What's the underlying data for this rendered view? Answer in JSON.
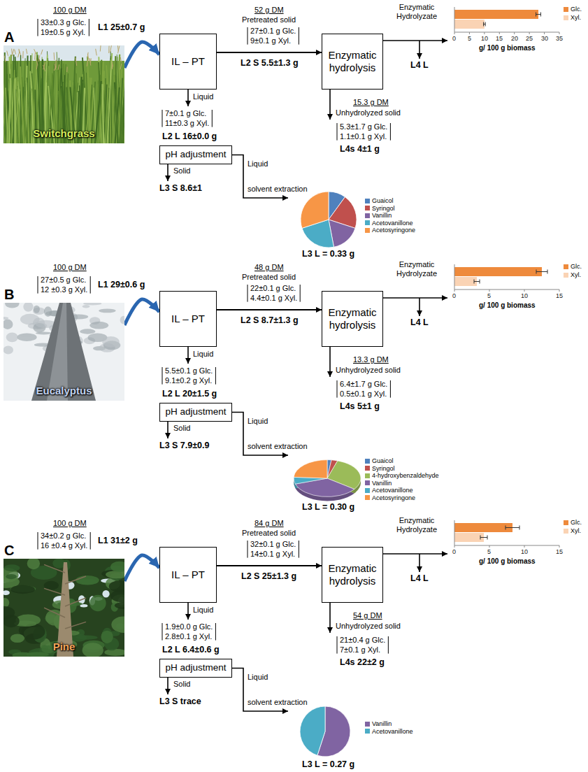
{
  "diagram": {
    "nodes": [
      {
        "text": [
          "Switchgrass"
        ]
      },
      {
        "text": [
          "IL – PT"
        ]
      },
      {
        "text": [
          "Enzymatic hydrolysis"
        ]
      },
      {
        "text": [
          "pH adjustment"
        ]
      },
      {
        "text": [
          "Eucalyptus"
        ]
      },
      {
        "text": [
          "IL – PT"
        ]
      },
      {
        "text": [
          "Enzymatic hydrolysis"
        ]
      },
      {
        "text": [
          "pH adjustment"
        ]
      },
      {
        "text": [
          "Pine"
        ]
      },
      {
        "text": [
          "IL – PT"
        ]
      },
      {
        "text": [
          "Enzymatic hydrolysis"
        ]
      },
      {
        "text": [
          "pH adjustment"
        ]
      }
    ],
    "edges": [
      {
        "from": 0,
        "to": 1,
        "arrow": "to"
      },
      {
        "from": 1,
        "to": 2,
        "arrow": "to"
      },
      {
        "from": 4,
        "to": 5,
        "arrow": "to"
      },
      {
        "from": 5,
        "to": 6,
        "arrow": "to"
      },
      {
        "from": 8,
        "to": 9,
        "arrow": "to"
      },
      {
        "from": 9,
        "to": 10,
        "arrow": "to"
      }
    ],
    "labels": [
      "A",
      "100 g DM",
      "33±0.3 g Glc.",
      "19±0.5 g Xyl.",
      "L1 25±0.7 g",
      "52 g DM",
      "Pretreated solid",
      "27±0.1 g Glc.",
      "9±0.1 g Xyl.",
      "L2 S 5.5±1.3 g",
      "Enzymatic Hydrolyzate",
      "L4 L",
      "Liquid",
      "7±0.1 g Glc.",
      "11±0.3 g Xyl.",
      "L2 L 16±0.0 g",
      "15.3 g DM",
      "Unhydrolyzed solid",
      "5.3±1.7 g Glc.",
      "1.1±0.1 g Xyl.",
      "L4s 4±1 g",
      "Solid",
      "L3 S 8.6±1",
      "Liquid",
      "solvent extraction",
      "L3 L = 0.33 g",
      "g/ 100 g biomass",
      "0",
      "5",
      "10",
      "15",
      "20",
      "25",
      "30",
      "35",
      "B",
      "100 g DM",
      "27±0.5 g Glc.",
      "12 ±0.3 g Xyl.",
      "L1 29±0.6 g",
      "48 g DM",
      "Pretreated solid",
      "22±0.1 g Glc.",
      "4.4±0.1 g Xyl.",
      "L2 S 8.7±1.3 g",
      "Enzymatic Hydrolyzate",
      "L4 L",
      "Liquid",
      "5.5±0.1 g Glc.",
      "9.1±0.2 g Xyl.",
      "L2 L 20±1.5 g",
      "13.3 g DM",
      "Unhydrolyzed solid",
      "6.4±1.7 g Glc.",
      "0.5±0.1 g Xyl.",
      "L4s 5±1 g",
      "Solid",
      "L3 S 7.9±0.9",
      "Liquid",
      "solvent extraction",
      "L3 L = 0.30 g",
      "g/ 100 g biomass",
      "0",
      "5",
      "10",
      "15",
      "C",
      "100 g DM",
      "34±0.2 g Glc.",
      "16 ±0.4 g Xyl.",
      "L1 31±2 g",
      "84 g DM",
      "Pretreated solid",
      "32±0.1 g Glc.",
      "14±0.1 g Xyl.",
      "L2 S 25±1.3 g",
      "Enzymatic Hydrolyzate",
      "L4 L",
      "Liquid",
      "1.9±0.0 g Glc.",
      "2.8±0.1 g Xyl.",
      "L2 L 6.4±0.6 g",
      "54 g DM",
      "Unhydrolyzed solid",
      "21±0.4 g Glc.",
      "7±0.1 g Xyl.",
      "L4s 22±2 g",
      "Solid",
      "L3 S trace",
      "Liquid",
      "solvent extraction",
      "L3 L = 0.27 g",
      "g/ 100 g biomass",
      "0",
      "5",
      "10",
      "15"
    ],
    "legend": [
      {
        "text": "Glc.",
        "color": "#EE8A3C"
      },
      {
        "text": "Xyl.",
        "color": "#FAD3B4"
      },
      {
        "text": "Guaicol",
        "color": "#4F81BD"
      },
      {
        "text": "Syringol",
        "color": "#C0504D"
      },
      {
        "text": "Vanillin",
        "color": "#8064A2"
      },
      {
        "text": "Acetovanillone",
        "color": "#4BACC6"
      },
      {
        "text": "Acetosyringone",
        "color": "#F79646"
      },
      {
        "text": "Glc.",
        "color": "#EE8A3C"
      },
      {
        "text": "Xyl.",
        "color": "#FAD3B4"
      },
      {
        "text": "Guaicol",
        "color": "#4F81BD"
      },
      {
        "text": "Syringol",
        "color": "#C0504D"
      },
      {
        "text": "4-hydroxybenzaldehyde",
        "color": "#9BBB59"
      },
      {
        "text": "Vanillin",
        "color": "#8064A2"
      },
      {
        "text": "Acetovanillone",
        "color": "#4BACC6"
      },
      {
        "text": "Acetosyringone",
        "color": "#F79646"
      },
      {
        "text": "Glc.",
        "color": "#EE8A3C"
      },
      {
        "text": "Xyl.",
        "color": "#FAD3B4"
      },
      {
        "text": "Vanillin",
        "color": "#8064A2"
      },
      {
        "text": "Acetovanillone",
        "color": "#4BACC6"
      }
    ]
  }
}
